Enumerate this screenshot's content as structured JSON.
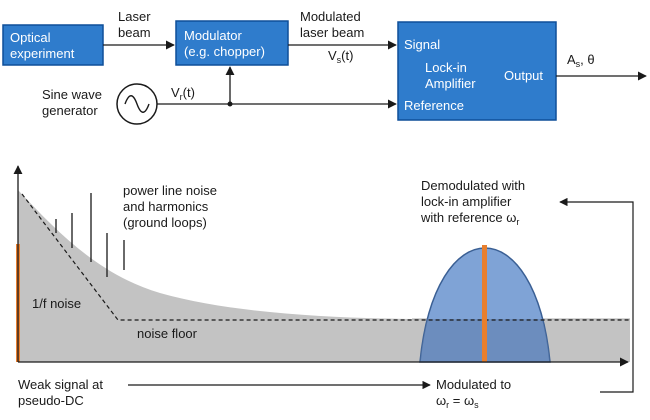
{
  "colors": {
    "box_fill": "#2f7ccc",
    "box_border": "#0f4f99",
    "noise_fill": "#c3c3c3",
    "peak_fill": "#7fa3d6",
    "signal_bar": "#e87f2e",
    "text": "#1a1a1a"
  },
  "blocks": {
    "optical": [
      "Optical",
      "experiment"
    ],
    "modulator": [
      "Modulator",
      "(e.g. chopper)"
    ],
    "lockin": {
      "signal": "Signal",
      "title": [
        "Lock-in",
        "Amplifier"
      ],
      "output": "Output",
      "reference": "Reference"
    }
  },
  "labels": {
    "laser_beam": [
      "Laser",
      "beam"
    ],
    "modulated_beam": [
      "Modulated",
      "laser beam"
    ],
    "vs": {
      "main": "V",
      "sub": "s",
      "tail": "(t)"
    },
    "vr": {
      "main": "V",
      "sub": "r",
      "tail": "(t)"
    },
    "sine_gen": [
      "Sine wave",
      "generator"
    ],
    "output_value": {
      "main": "A",
      "sub": "s",
      "tail": ", θ"
    }
  },
  "spectrum": {
    "power_line": [
      "power line noise",
      "and harmonics",
      "(ground loops)"
    ],
    "one_over_f": "1/f noise",
    "noise_floor": "noise floor",
    "demod": [
      "Demodulated with",
      "lock-in amplifier"
    ],
    "demod_ref": {
      "main": "with reference ω",
      "sub": "r"
    },
    "weak_signal": [
      "Weak signal at",
      "pseudo-DC"
    ],
    "modulated_to": "Modulated to",
    "omega_eq": {
      "a": "ω",
      "asub": "r",
      "mid": " = ω",
      "bsub": "s"
    }
  }
}
